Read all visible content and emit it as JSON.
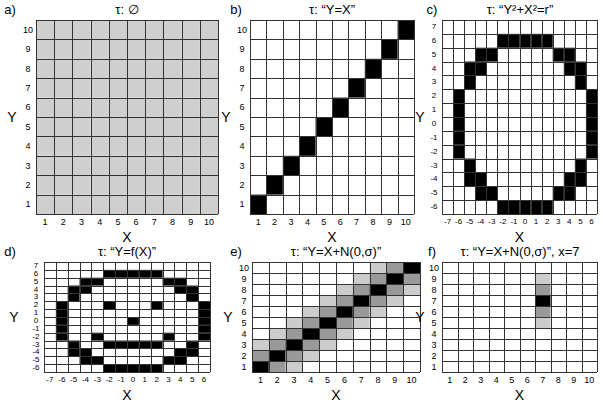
{
  "diagram": {
    "labels": [
      "a)",
      "τ: ∅",
      "Y",
      "X",
      "10",
      "9",
      "8",
      "7",
      "6",
      "5",
      "4",
      "3",
      "2",
      "1",
      "1",
      "2",
      "3",
      "4",
      "5",
      "6",
      "7",
      "8",
      "9",
      "10",
      "b)",
      "τ: “Y=X”",
      "Y",
      "X",
      "10",
      "9",
      "8",
      "7",
      "6",
      "5",
      "4",
      "3",
      "2",
      "1",
      "1",
      "2",
      "3",
      "4",
      "5",
      "6",
      "7",
      "8",
      "9",
      "10",
      "c)",
      "τ: “Y²+X²=r”",
      "Y",
      "X",
      "7",
      "6",
      "5",
      "4",
      "3",
      "2",
      "1",
      "0",
      "-1",
      "-2",
      "-3",
      "-4",
      "-5",
      "-6",
      "-7",
      "-6",
      "-5",
      "-4",
      "-3",
      "-2",
      "-1",
      "0",
      "1",
      "2",
      "3",
      "4",
      "5",
      "6",
      "d)",
      "τ: “Y=f(X)”",
      "Y",
      "X",
      "7",
      "6",
      "5",
      "4",
      "3",
      "2",
      "1",
      "0",
      "-1",
      "-2",
      "-3",
      "-4",
      "-5",
      "-6",
      "-7",
      "-6",
      "-5",
      "-4",
      "-3",
      "-2",
      "-1",
      "0",
      "1",
      "2",
      "3",
      "4",
      "5",
      "6",
      "e)",
      "τ: “Y=X+N(0,σ)”",
      "Y",
      "X",
      "10",
      "9",
      "8",
      "7",
      "6",
      "5",
      "4",
      "3",
      "2",
      "1",
      "1",
      "2",
      "3",
      "4",
      "5",
      "6",
      "7",
      "8",
      "9",
      "10",
      "f)",
      "τ: “Y=X+N(0,σ)”, x=7",
      "Y",
      "X",
      "10",
      "9",
      "8",
      "7",
      "6",
      "5",
      "4",
      "3",
      "2",
      "1",
      "1",
      "2",
      "3",
      "4",
      "5",
      "6",
      "7",
      "8",
      "9",
      "10"
    ]
  }
}
